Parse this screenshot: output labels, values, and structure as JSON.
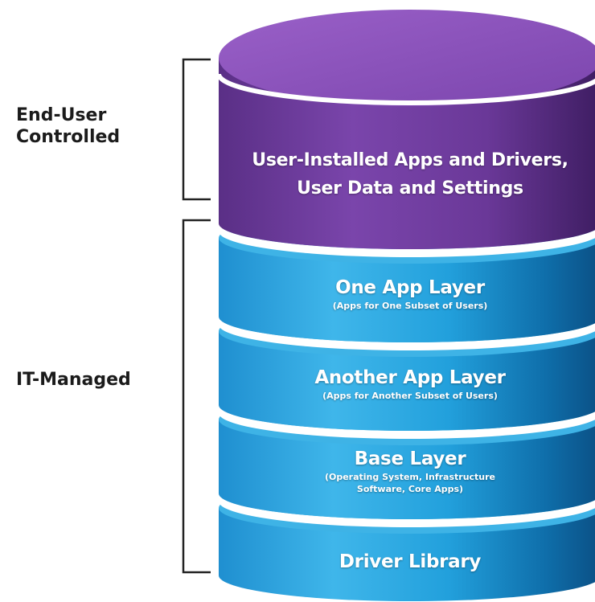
{
  "groups": {
    "end_user": "End-User\nControlled",
    "it_managed": "IT-Managed"
  },
  "layers": {
    "user": {
      "title_line1": "User-Installed Apps and Drivers,",
      "title_line2": "User Data and Settings"
    },
    "one_app": {
      "title": "One App Layer",
      "subtitle": "(Apps for One Subset of Users)"
    },
    "another_app": {
      "title": "Another App Layer",
      "subtitle": "(Apps for Another Subset of Users)"
    },
    "base": {
      "title": "Base Layer",
      "subtitle_line1": "(Operating System, Infrastructure",
      "subtitle_line2": "Software, Core Apps)"
    },
    "driver": {
      "title": "Driver Library"
    }
  },
  "colors": {
    "purple": "#6a3a96",
    "purple_top": "#8f55bd",
    "blue": "#1a9fd9",
    "blue_dark": "#0e6ea6",
    "blue_light": "#5cc6ee",
    "bracket": "#222222"
  }
}
